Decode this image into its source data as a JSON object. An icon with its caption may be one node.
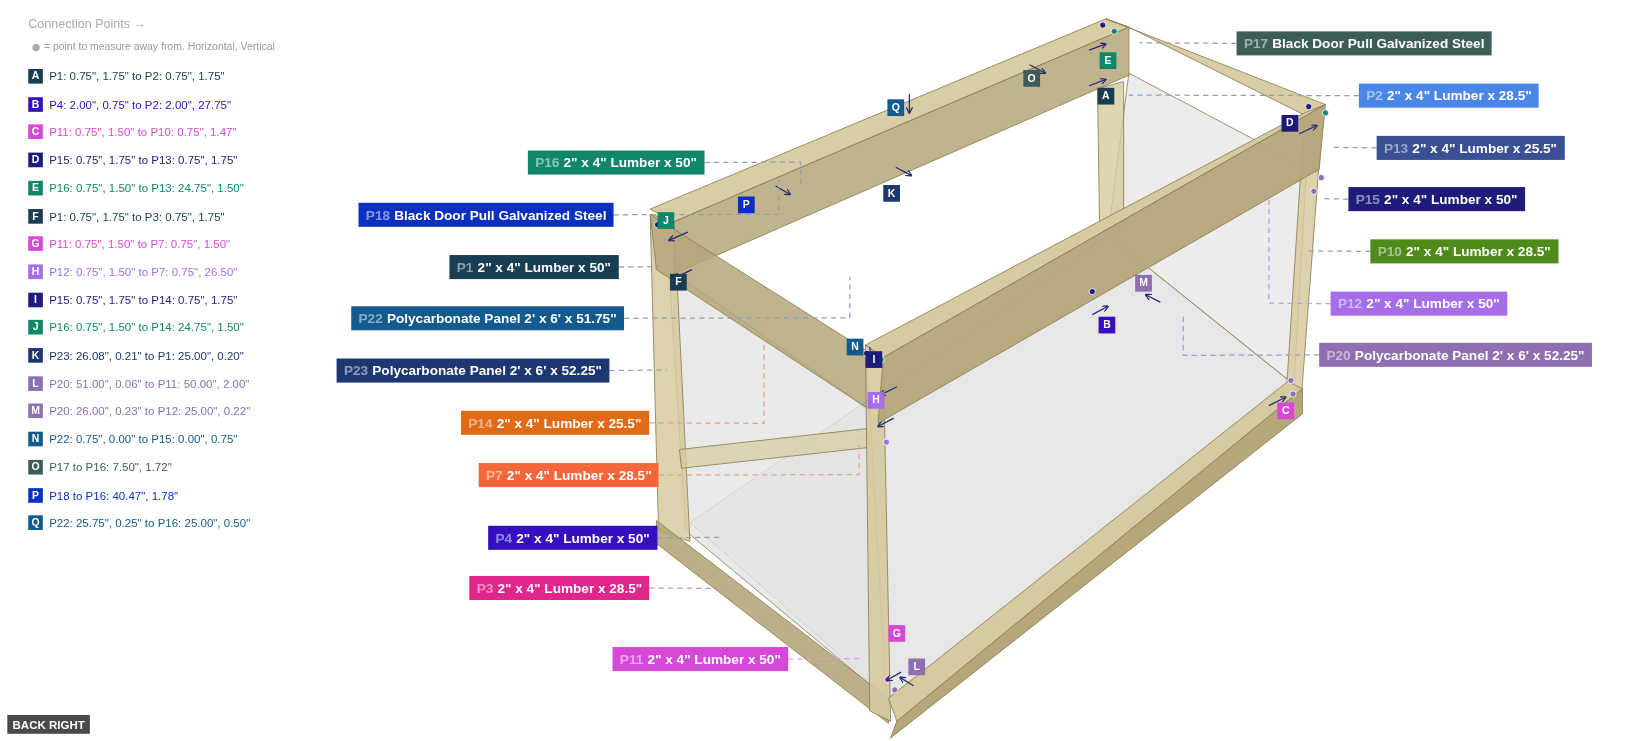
{
  "diagram": {
    "nodes": [
      {
        "text": [
          "P17",
          "Black Door Pull Galvanized Steel"
        ]
      },
      {
        "text": [
          "P2",
          "2\" x 4\" Lumber x 28.5\""
        ]
      },
      {
        "text": [
          "P13",
          "2\" x 4\" Lumber x 25.5\""
        ]
      },
      {
        "text": [
          "P16",
          "2\" x 4\" Lumber x 50\""
        ]
      },
      {
        "text": [
          "P15",
          "2\" x 4\" Lumber x 50\""
        ]
      },
      {
        "text": [
          "P18",
          "Black Door Pull Galvanized Steel"
        ]
      },
      {
        "text": [
          "P10",
          "2\" x 4\" Lumber x 28.5\""
        ]
      },
      {
        "text": [
          "P1",
          "2\" x 4\" Lumber x 50\""
        ]
      },
      {
        "text": [
          "P12",
          "2\" x 4\" Lumber x 50\""
        ]
      },
      {
        "text": [
          "P22",
          "Polycarbonate Panel 2' x 6' x 51.75\""
        ]
      },
      {
        "text": [
          "P20",
          "Polycarbonate Panel 2' x 6' x 52.25\""
        ]
      },
      {
        "text": [
          "P23",
          "Polycarbonate Panel 2' x 6' x 52.25\""
        ]
      },
      {
        "text": [
          "P14",
          "2\" x 4\" Lumber x 25.5\""
        ]
      },
      {
        "text": [
          "P7",
          "2\" x 4\" Lumber x 28.5\""
        ]
      },
      {
        "text": [
          "P4",
          "2\" x 4\" Lumber x 50\""
        ]
      },
      {
        "text": [
          "P3",
          "2\" x 4\" Lumber x 28.5\""
        ]
      },
      {
        "text": [
          "P11",
          "2\" x 4\" Lumber x 50\""
        ]
      }
    ],
    "edges": [
      {
        "from": 0,
        "to": null,
        "arrow": "none",
        "style": "dashed"
      },
      {
        "from": 1,
        "to": null,
        "arrow": "none",
        "style": "dashed"
      },
      {
        "from": 2,
        "to": null,
        "arrow": "none",
        "style": "dashed"
      },
      {
        "from": 3,
        "to": null,
        "arrow": "none",
        "style": "dashed"
      },
      {
        "from": 4,
        "to": null,
        "arrow": "none",
        "style": "dashed"
      },
      {
        "from": 5,
        "to": null,
        "arrow": "none",
        "style": "dashed"
      },
      {
        "from": 6,
        "to": null,
        "arrow": "none",
        "style": "dashed"
      },
      {
        "from": 7,
        "to": null,
        "arrow": "none",
        "style": "dashed"
      },
      {
        "from": 8,
        "to": null,
        "arrow": "none",
        "style": "dashed",
        "color": "#b79be6"
      },
      {
        "from": 9,
        "to": null,
        "arrow": "none",
        "style": "dashed"
      },
      {
        "from": 10,
        "to": null,
        "arrow": "none",
        "style": "dashed",
        "color": "#a898c4"
      },
      {
        "from": 11,
        "to": null,
        "arrow": "none",
        "style": "dashed"
      },
      {
        "from": 12,
        "to": null,
        "arrow": "none",
        "style": "dashed",
        "color": "#e8a078"
      },
      {
        "from": 13,
        "to": null,
        "arrow": "none",
        "style": "dashed",
        "color": "#f0a08a"
      },
      {
        "from": 14,
        "to": null,
        "arrow": "none",
        "style": "dashed"
      },
      {
        "from": 15,
        "to": null,
        "arrow": "none",
        "style": "dashed",
        "color": "#e08cb4"
      },
      {
        "from": 16,
        "to": null,
        "arrow": "none",
        "style": "dashed",
        "color": "#e49ae4"
      }
    ],
    "labels": [
      "Connection Points →",
      "= point to measure away from. Horizontal, Vertical",
      "A",
      "P1: 0.75\", 1.75\" to P2: 0.75\", 1.75\"",
      "B",
      "P4: 2.00\", 0.75\" to P2: 2.00\", 27.75\"",
      "C",
      "P11: 0.75\", 1.50\" to P10: 0.75\", 1.47\"",
      "D",
      "P15: 0.75\", 1.75\" to P13: 0.75\", 1.75\"",
      "E",
      "P16: 0.75\", 1.50\" to P13: 24.75\", 1.50\"",
      "F",
      "P1: 0.75\", 1.75\" to P3: 0.75\", 1.75\"",
      "G",
      "P11: 0.75\", 1.50\" to P7: 0.75\", 1.50\"",
      "H",
      "P12: 0.75\", 1.50\" to P7: 0.75\", 26.50\"",
      "I",
      "P15: 0.75\", 1.75\" to P14: 0.75\", 1.75\"",
      "J",
      "P16: 0.75\", 1.50\" to P14: 24.75\", 1.50\"",
      "K",
      "P23: 26.08\", 0.21\" to P1: 25.00\", 0.20\"",
      "L",
      "P20: 51.00\", 0.06\" to P11: 50.00\", 2.00\"",
      "M",
      "P20: 26.00\", 0.23\" to P12: 25.00\", 0.22\"",
      "N",
      "P22: 0.75\", 0.00\" to P15: 0.00\", 0.75\"",
      "O",
      "P17 to P16: 7.50\", 1.72\"",
      "P",
      "P18 to P16: 40.47\", 1.78\"",
      "Q",
      "P22: 25.75\", 0.25\" to P16: 25.00\", 0.50\"",
      "E",
      "O",
      "A",
      "Q",
      "D",
      "K",
      "P",
      "J",
      "F",
      "M",
      "B",
      "N",
      "I",
      "H",
      "C",
      "G",
      "L",
      "BACK RIGHT"
    ]
  }
}
